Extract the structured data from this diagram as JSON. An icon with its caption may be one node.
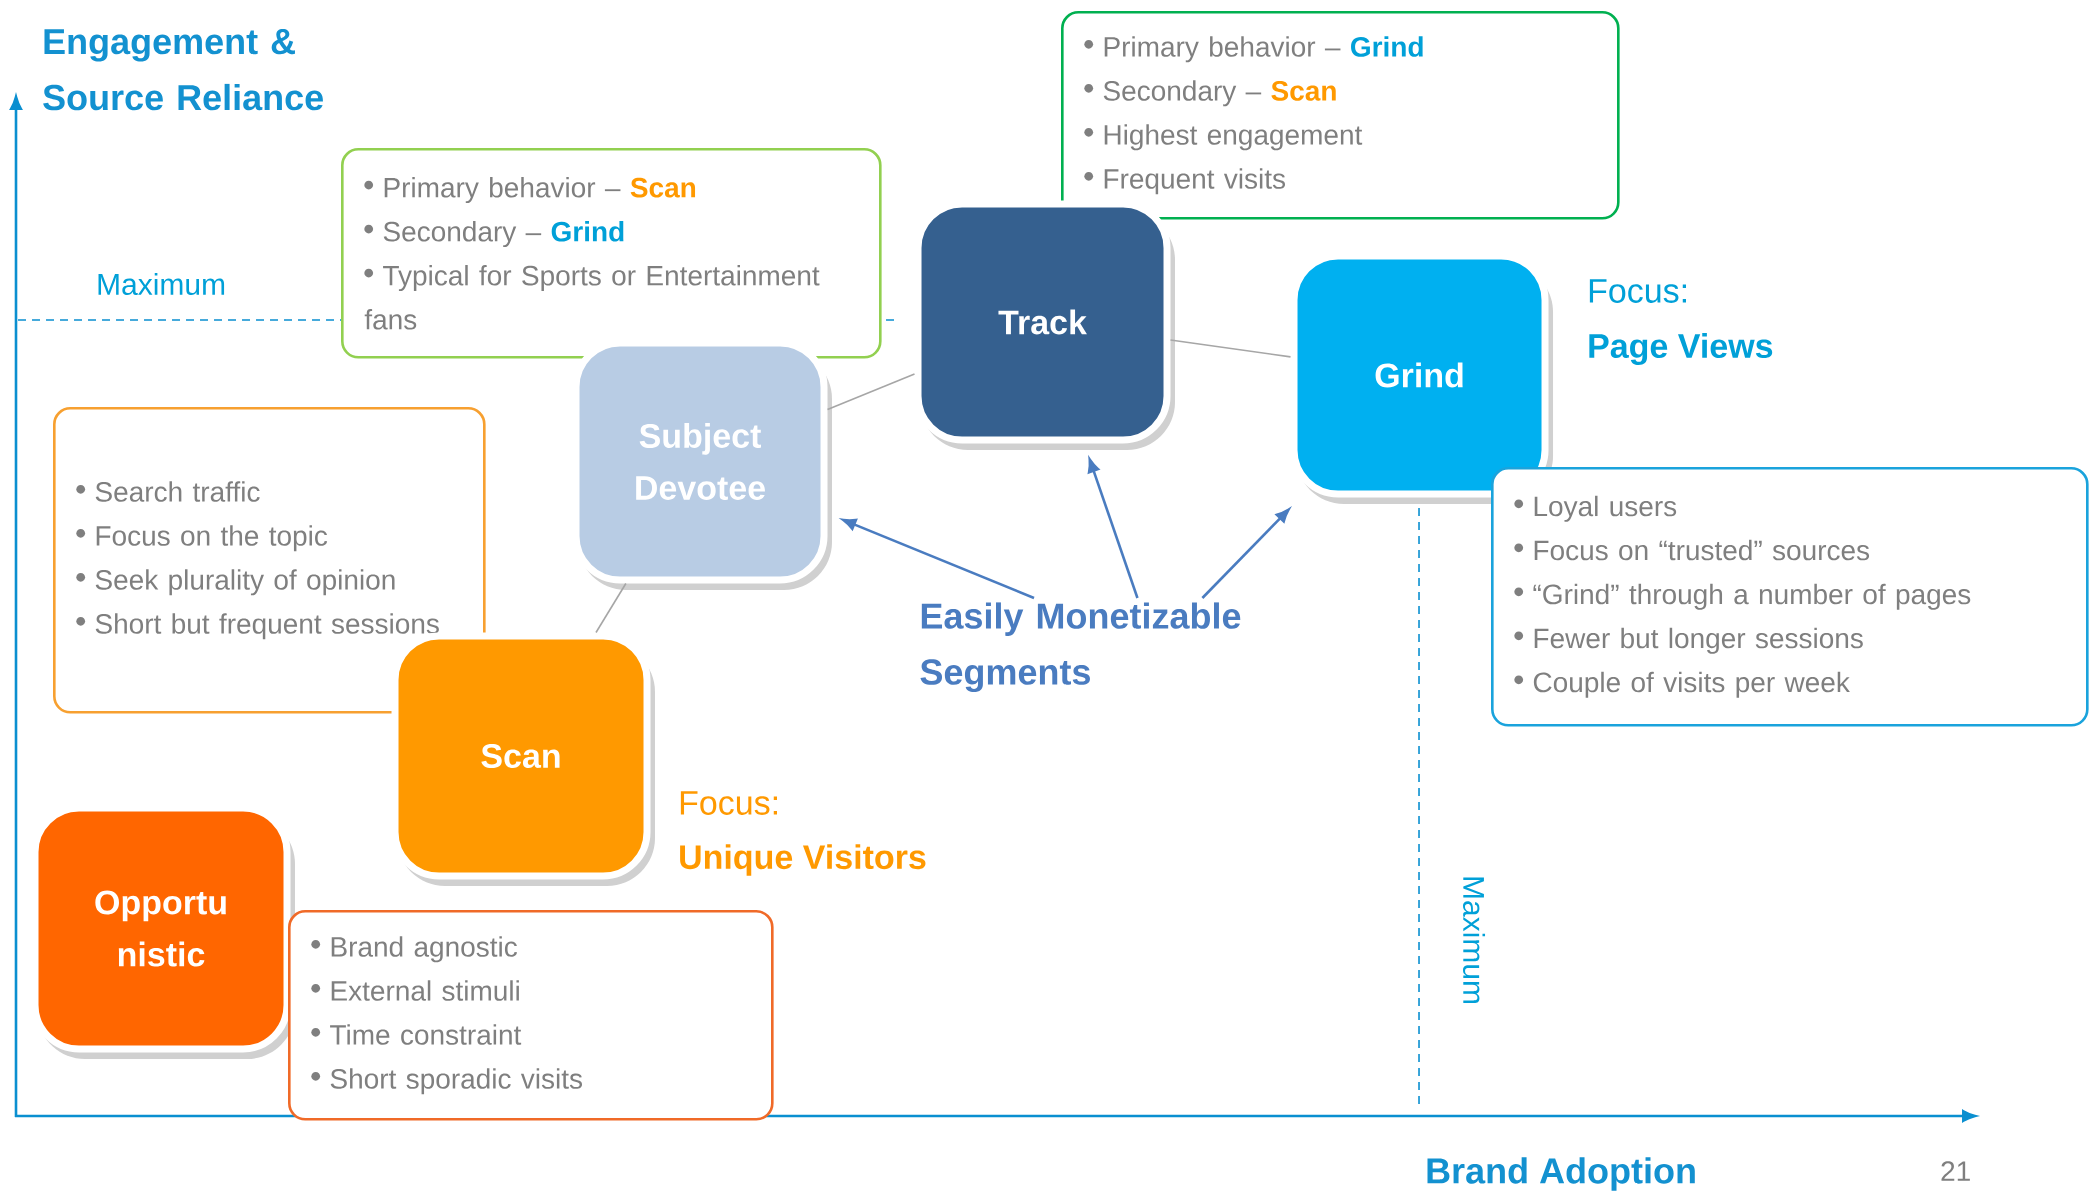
{
  "diagram": {
    "nodes": [
      {
        "text": [
          "Primary behavior –",
          "Grind",
          "Secondary –",
          "Scan",
          "Highest engagement",
          "Frequent visits"
        ]
      },
      {
        "text": [
          "Primary behavior –",
          "Scan",
          "Secondary –",
          "Grind",
          "Typical for Sports or Entertainment fans"
        ]
      },
      {
        "text": [
          "Track"
        ]
      },
      {
        "text": [
          "Grind"
        ]
      },
      {
        "text": [
          "Subject Devotee"
        ]
      },
      {
        "text": [
          "Search traffic",
          "Focus on the topic",
          "Seek plurality of opinion",
          "Short  but frequent sessions"
        ]
      },
      {
        "text": [
          "Easily Monetizable Segments"
        ]
      },
      {
        "text": [
          "Loyal users",
          "Focus on “trusted” sources",
          "“Grind” through a number of pages",
          "Fewer but longer sessions",
          "Couple of visits per week"
        ]
      },
      {
        "text": [
          "Scan"
        ]
      },
      {
        "text": [
          "Opportu nistic"
        ]
      },
      {
        "text": [
          "Brand agnostic",
          "External stimuli",
          "Time constraint",
          "Short sporadic visits"
        ]
      }
    ],
    "edges": [
      {
        "from": 8,
        "to": 4,
        "arrow": "none",
        "color": "#a6a6a6"
      },
      {
        "from": 4,
        "to": 2,
        "arrow": "none",
        "color": "#a6a6a6"
      },
      {
        "from": 2,
        "to": 3,
        "arrow": "none",
        "color": "#a6a6a6"
      },
      {
        "from": 6,
        "to": 4,
        "arrow": "to",
        "color": "#4a7cc0"
      },
      {
        "from": 6,
        "to": 2,
        "arrow": "to",
        "color": "#4a7cc0"
      },
      {
        "from": 6,
        "to": 3,
        "arrow": "to",
        "color": "#4a7cc0"
      }
    ],
    "labels": [
      "Engagement & Source Reliance",
      "Maximum",
      "Focus:",
      "Page Views",
      "Focus:",
      "Unique Visitors",
      "Maximum",
      "Brand Adoption",
      "21"
    ]
  }
}
